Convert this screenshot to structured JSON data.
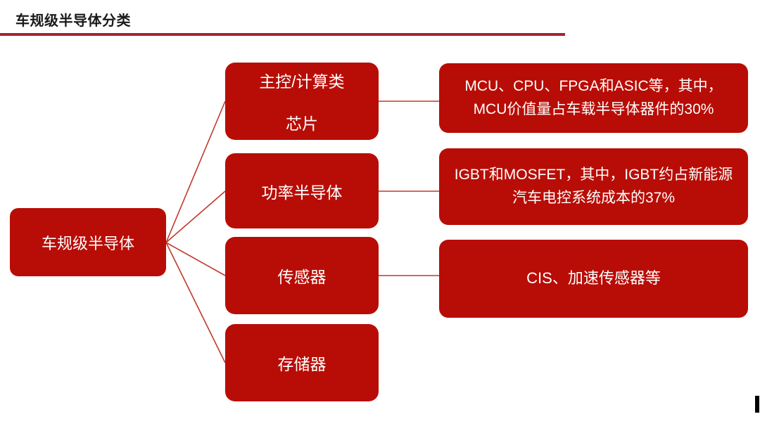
{
  "slide": {
    "title": "车规级半导体分类",
    "accent_color": "#b80d06",
    "rule_color": "#a42430",
    "background_color": "#ffffff",
    "connector_color": "#c0392b"
  },
  "diagram": {
    "type": "tree",
    "root": {
      "label": "车规级半导体"
    },
    "categories": [
      {
        "label_line1": "主控/计算类",
        "label_line2": "芯片",
        "description": "MCU、CPU、FPGA和ASIC等，其中，MCU价值量占车载半导体器件的30%"
      },
      {
        "label_line1": "功率半导体",
        "label_line2": "",
        "description": "IGBT和MOSFET，其中，IGBT约占新能源汽车电控系统成本的37%"
      },
      {
        "label_line1": "传感器",
        "label_line2": "",
        "description": "CIS、加速传感器等"
      },
      {
        "label_line1": "存储器",
        "label_line2": "",
        "description": ""
      }
    ]
  },
  "footnote": {
    "text": ""
  }
}
